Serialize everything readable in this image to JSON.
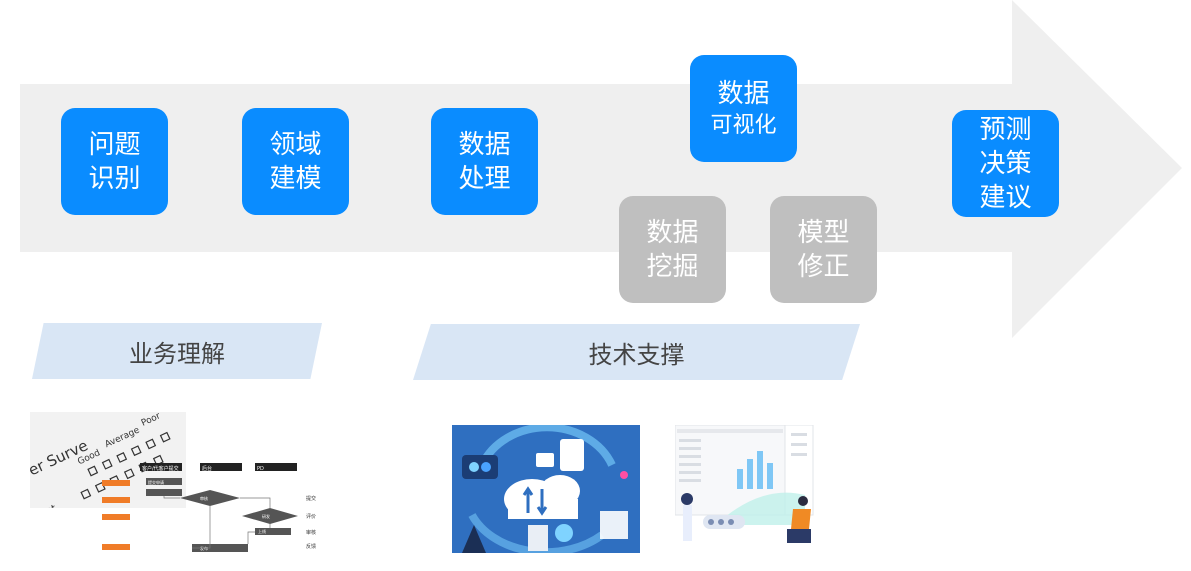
{
  "steps": {
    "problem": [
      "问题",
      "识别"
    ],
    "domain": [
      "领域",
      "建模"
    ],
    "process": [
      "数据",
      "处理"
    ],
    "visual": [
      "数据",
      "可视化"
    ],
    "mining": [
      "数据",
      "挖掘"
    ],
    "model": [
      "模型",
      "修正"
    ],
    "predict": [
      "预测",
      "决策",
      "建议"
    ]
  },
  "bands": {
    "business": "业务理解",
    "tech": "技术支撑"
  },
  "images": {
    "survey": [
      "er Surve",
      "Good",
      "Average",
      "Poor",
      "ent"
    ],
    "flow_headers": [
      "客户/代客户提交",
      "后台",
      "PD"
    ],
    "flow_side": [
      "提交",
      "评价",
      "审核",
      "反馈"
    ],
    "flow_nodes": [
      "提交申请",
      "审核",
      "研发",
      "上线",
      "发布"
    ]
  },
  "colors": {
    "blue": "#0a8cff",
    "gray": "#bfbfbf",
    "arrow": "#efefef",
    "band": "#d9e6f5"
  }
}
